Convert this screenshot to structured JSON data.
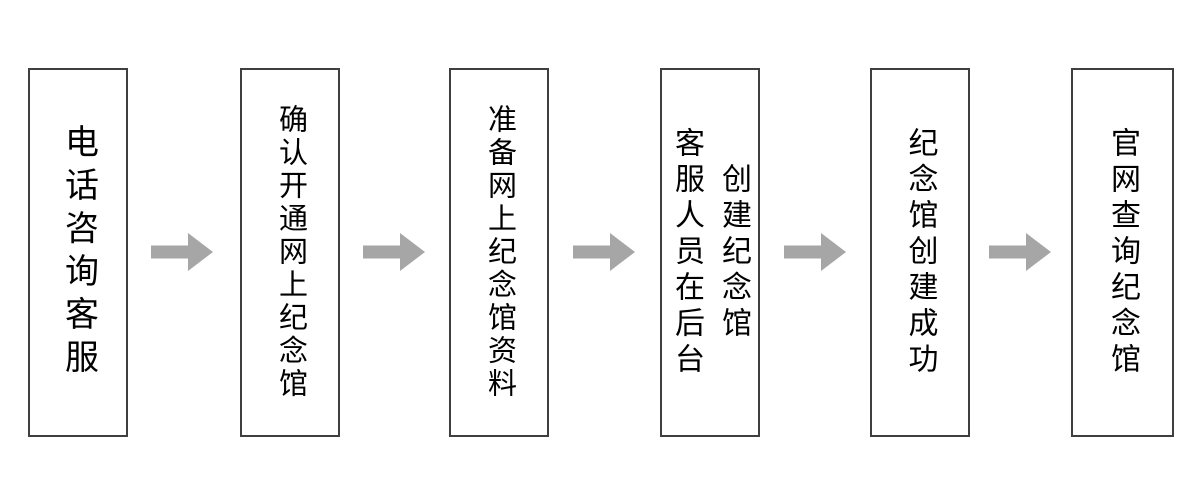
{
  "flow": {
    "steps": [
      {
        "label": "电话咨询客服"
      },
      {
        "label": "确认开通网上纪念馆"
      },
      {
        "label": "准备网上纪念馆资料"
      },
      {
        "label": "客服人员在后台\n创建纪念馆"
      },
      {
        "label": "纪念馆创建成功"
      },
      {
        "label": "官网查询纪念馆"
      }
    ],
    "colors": {
      "box_border": "#3f3f3f",
      "box_fill": "#ffffff",
      "arrow": "#a6a6a6",
      "background": "#ffffff",
      "text": "#000000"
    }
  }
}
